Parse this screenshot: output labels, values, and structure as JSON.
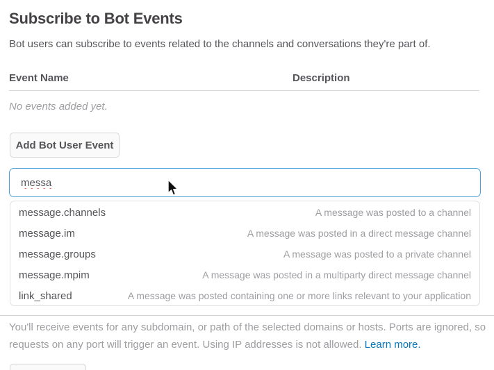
{
  "page": {
    "title": "Subscribe to Bot Events",
    "description": "Bot users can subscribe to events related to the channels and conversations they're part of."
  },
  "events_table": {
    "columns": {
      "event_name": "Event Name",
      "description": "Description"
    },
    "empty_message": "No events added yet."
  },
  "add_event_button_label": "Add Bot User Event",
  "search_input": {
    "value": "messa"
  },
  "suggestions": [
    {
      "name": "message.channels",
      "description": "A message was posted to a channel"
    },
    {
      "name": "message.im",
      "description": "A message was posted in a direct message channel"
    },
    {
      "name": "message.groups",
      "description": "A message was posted to a private channel"
    },
    {
      "name": "message.mpim",
      "description": "A message was posted in a multiparty direct message channel"
    },
    {
      "name": "link_shared",
      "description": "A message was posted containing one or more links relevant to your application"
    }
  ],
  "footer": {
    "note_line1": "You'll receive events for any subdomain, or path of the selected domains or hosts. Ports are ignored, so",
    "note_line2": "requests on any port will trigger an event. Using IP addresses is not allowed. ",
    "link_label": "Learn more."
  },
  "colors": {
    "input_focus_border": "#4aa0d9",
    "link_blue": "#0576b9",
    "text_dark": "#555459",
    "text_muted": "#9e9ea2"
  }
}
